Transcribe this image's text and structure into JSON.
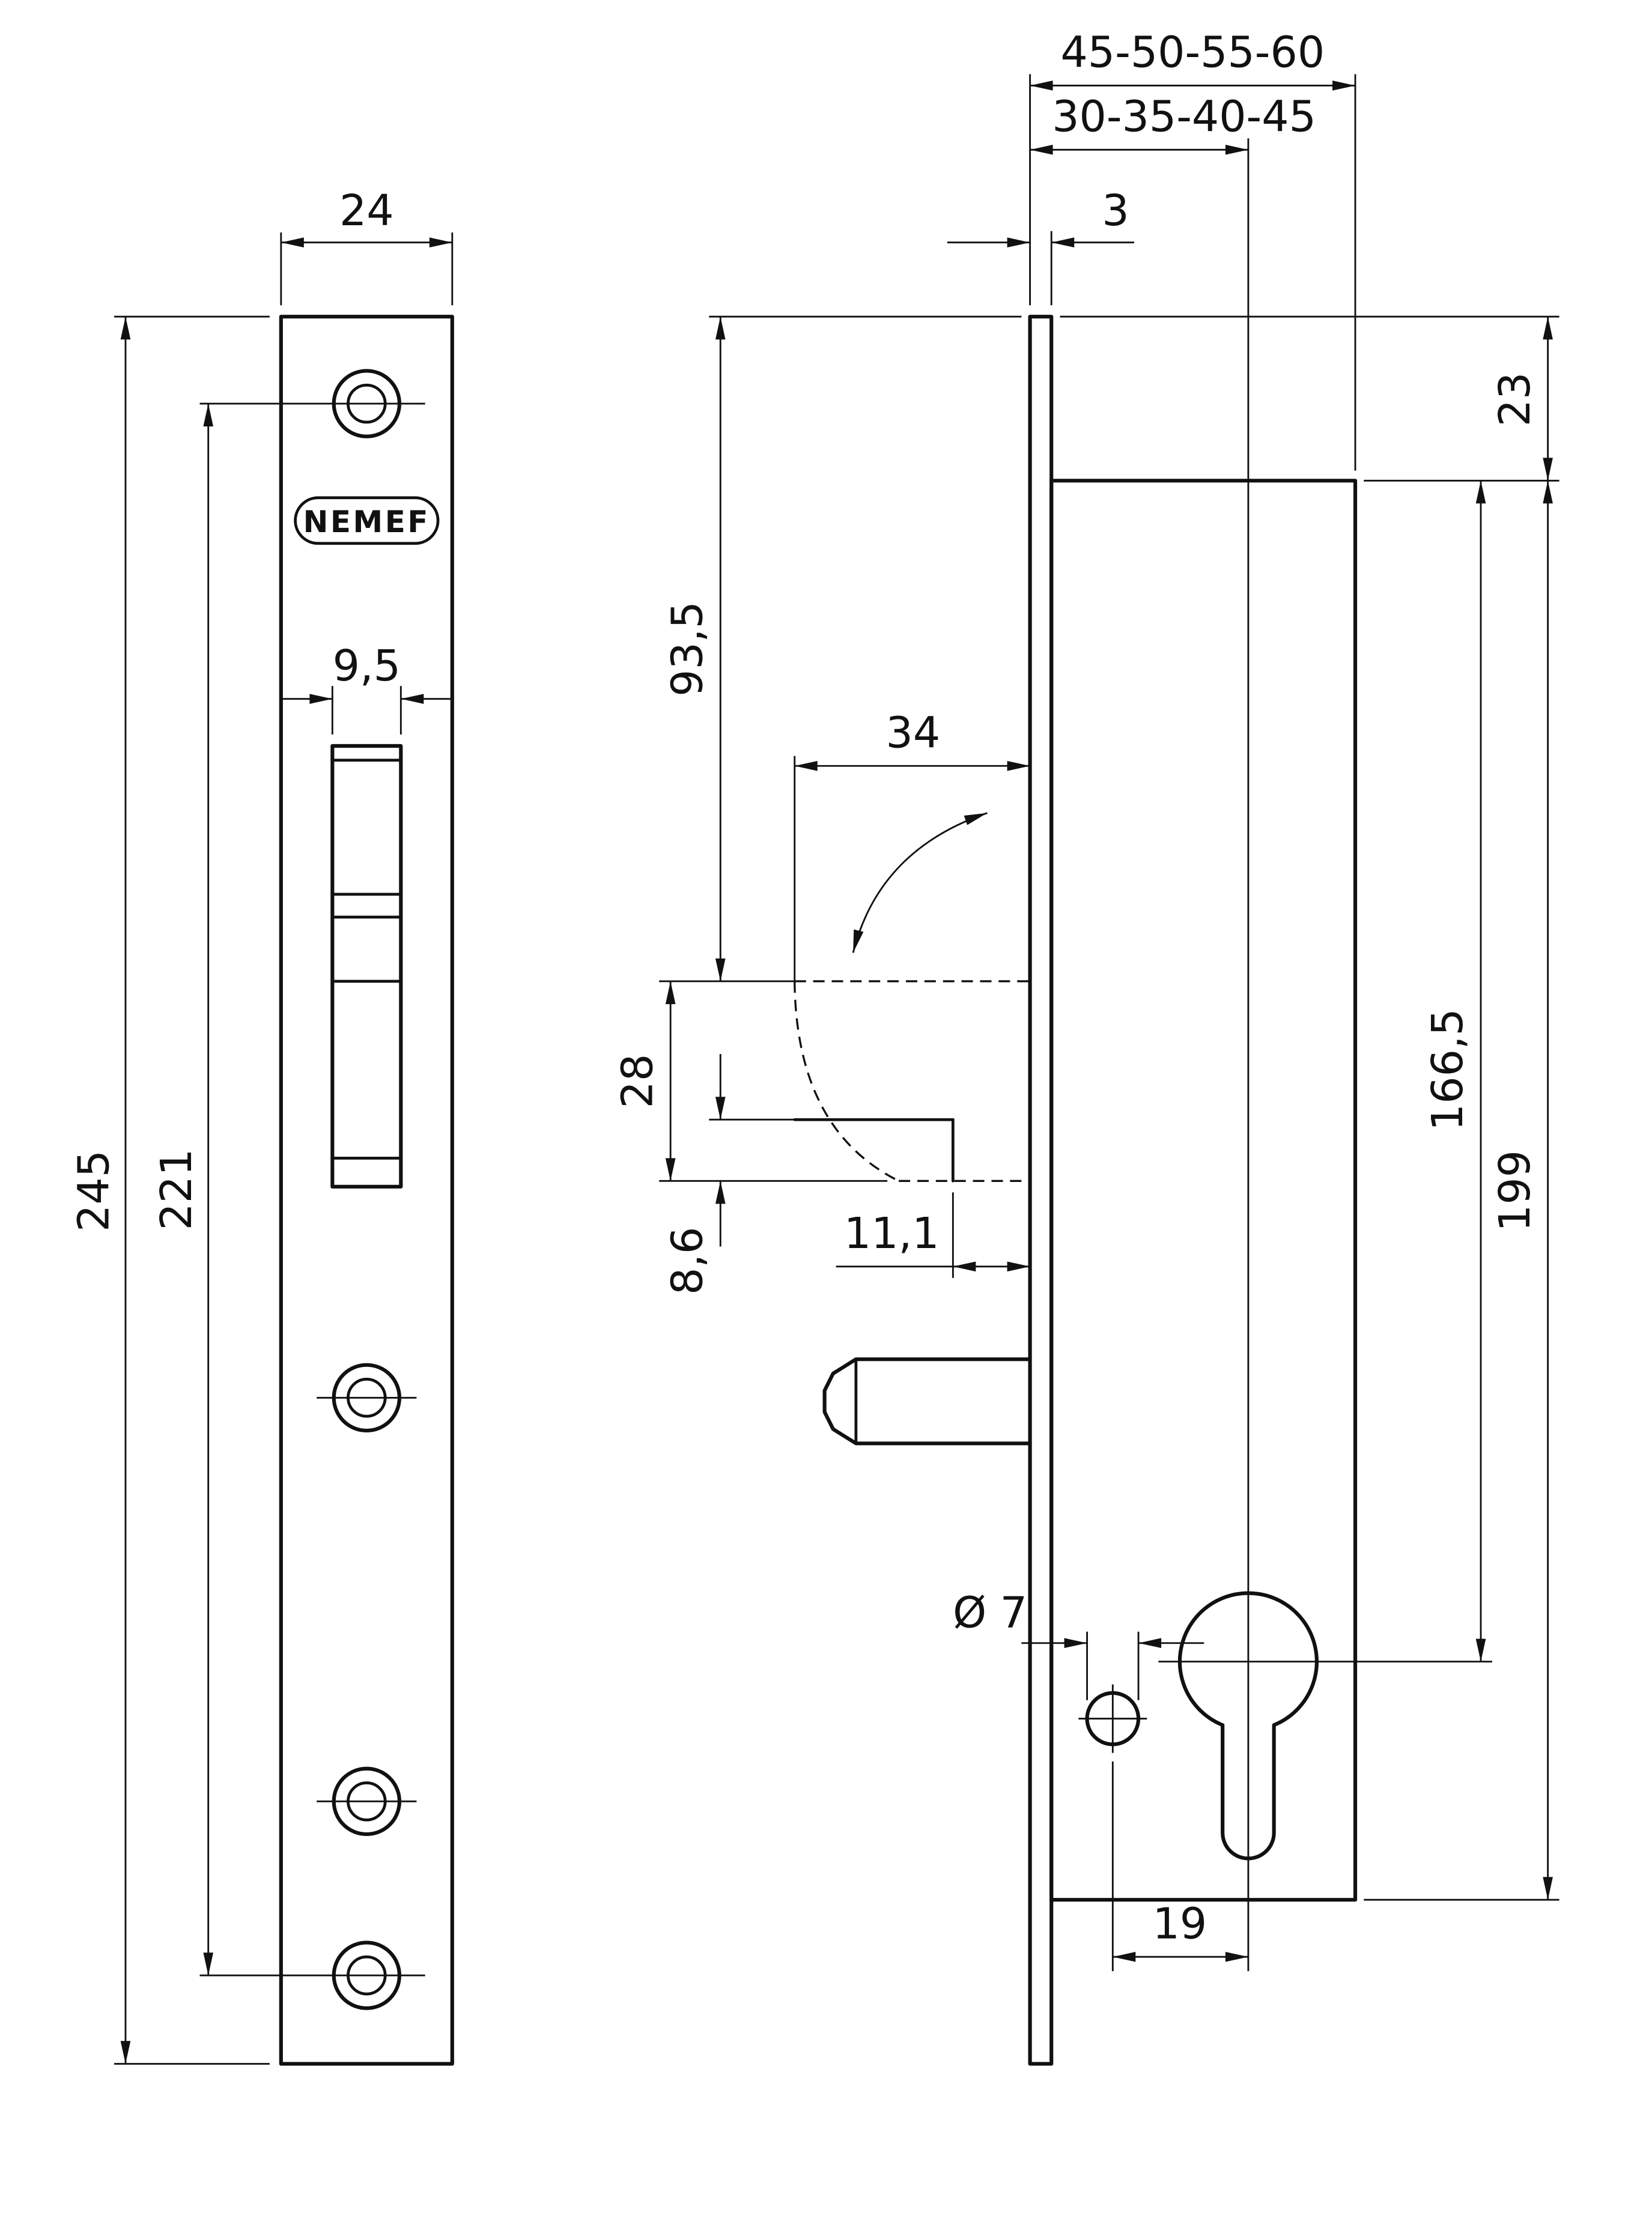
{
  "brand": {
    "logo_text": "NEMEF"
  },
  "left_view": {
    "plate_width": "24",
    "plate_height": "245",
    "hole_span": "221",
    "cutout_width": "9,5"
  },
  "right_view": {
    "depth_options": "45-50-55-60",
    "backset_options": "30-35-40-45",
    "plate_thickness": "3",
    "case_top_offset": "23",
    "follower_from_top": "93,5",
    "latch_reach": "34",
    "latch_height": "28",
    "latch_step_height": "8,6",
    "latch_step_depth": "11,1",
    "case_height": "199",
    "cylinder_from_case_top": "166,5",
    "fix_hole_diameter": "Ø 7",
    "hole_to_cylinder": "19"
  }
}
